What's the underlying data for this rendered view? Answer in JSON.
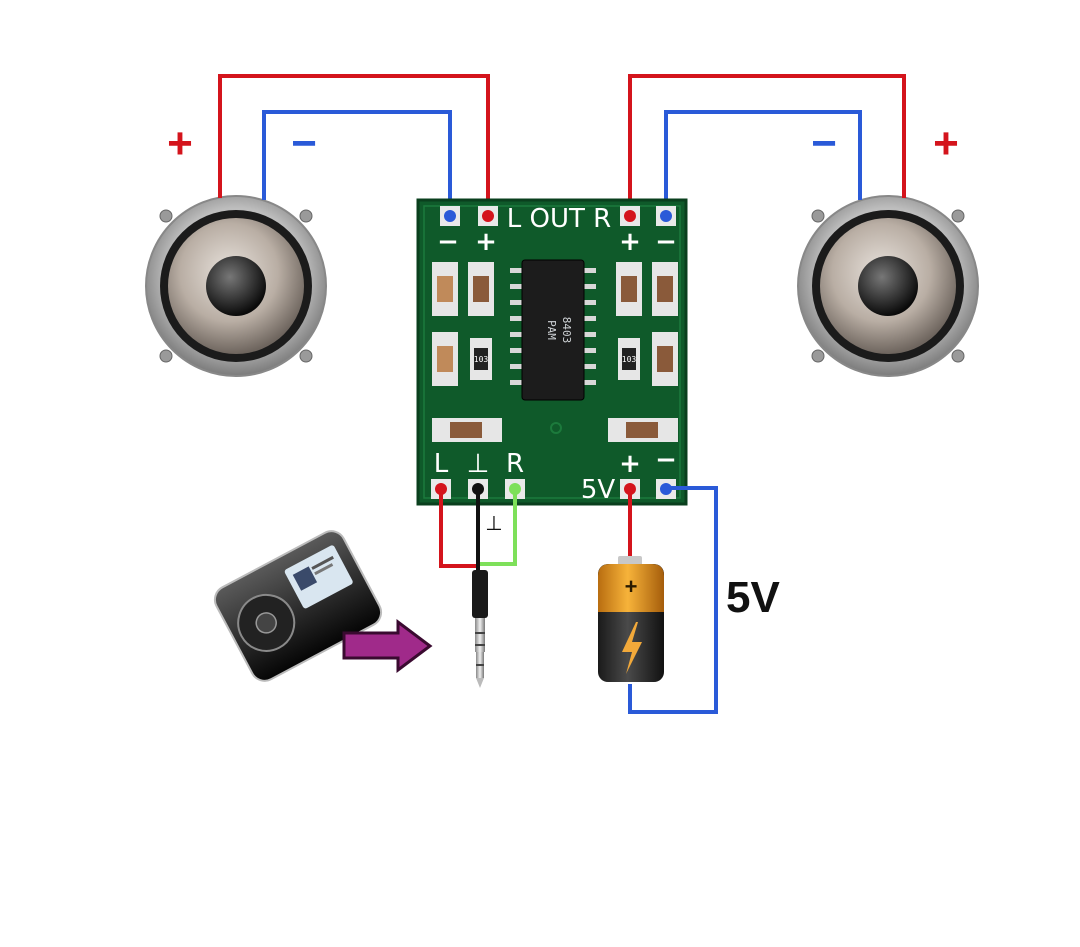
{
  "colors": {
    "positive_wire": "#d4141c",
    "negative_wire": "#2a5ad8",
    "right_input_wire": "#7ee05a",
    "ground_wire": "#111111",
    "pcb": "#0f5a2a",
    "arrow": "#a02a8a"
  },
  "speaker_left": {
    "plus_label": "+",
    "minus_label": "−",
    "icon": "speaker-icon"
  },
  "speaker_right": {
    "plus_label": "+",
    "minus_label": "−",
    "icon": "speaker-icon"
  },
  "board": {
    "out_label": "L OUT R",
    "out_left_minus": "−",
    "out_left_plus": "+",
    "out_right_plus": "+",
    "out_right_minus": "−",
    "in_left": "L",
    "in_ground": "⊥",
    "in_right": "R",
    "power_plus": "+",
    "power_minus": "−",
    "power_label": "5V",
    "chip_line1": "PAM",
    "chip_line2": "8403",
    "resistor_code": "103"
  },
  "ground_symbol": "⊥",
  "battery_plus": "+",
  "voltage_label": "5V",
  "mp3_player": {
    "icon": "mp3-player-icon"
  },
  "audio_jack": {
    "icon": "audio-jack-icon"
  },
  "arrow": {
    "icon": "arrow-right-icon"
  },
  "battery": {
    "icon": "battery-icon"
  }
}
